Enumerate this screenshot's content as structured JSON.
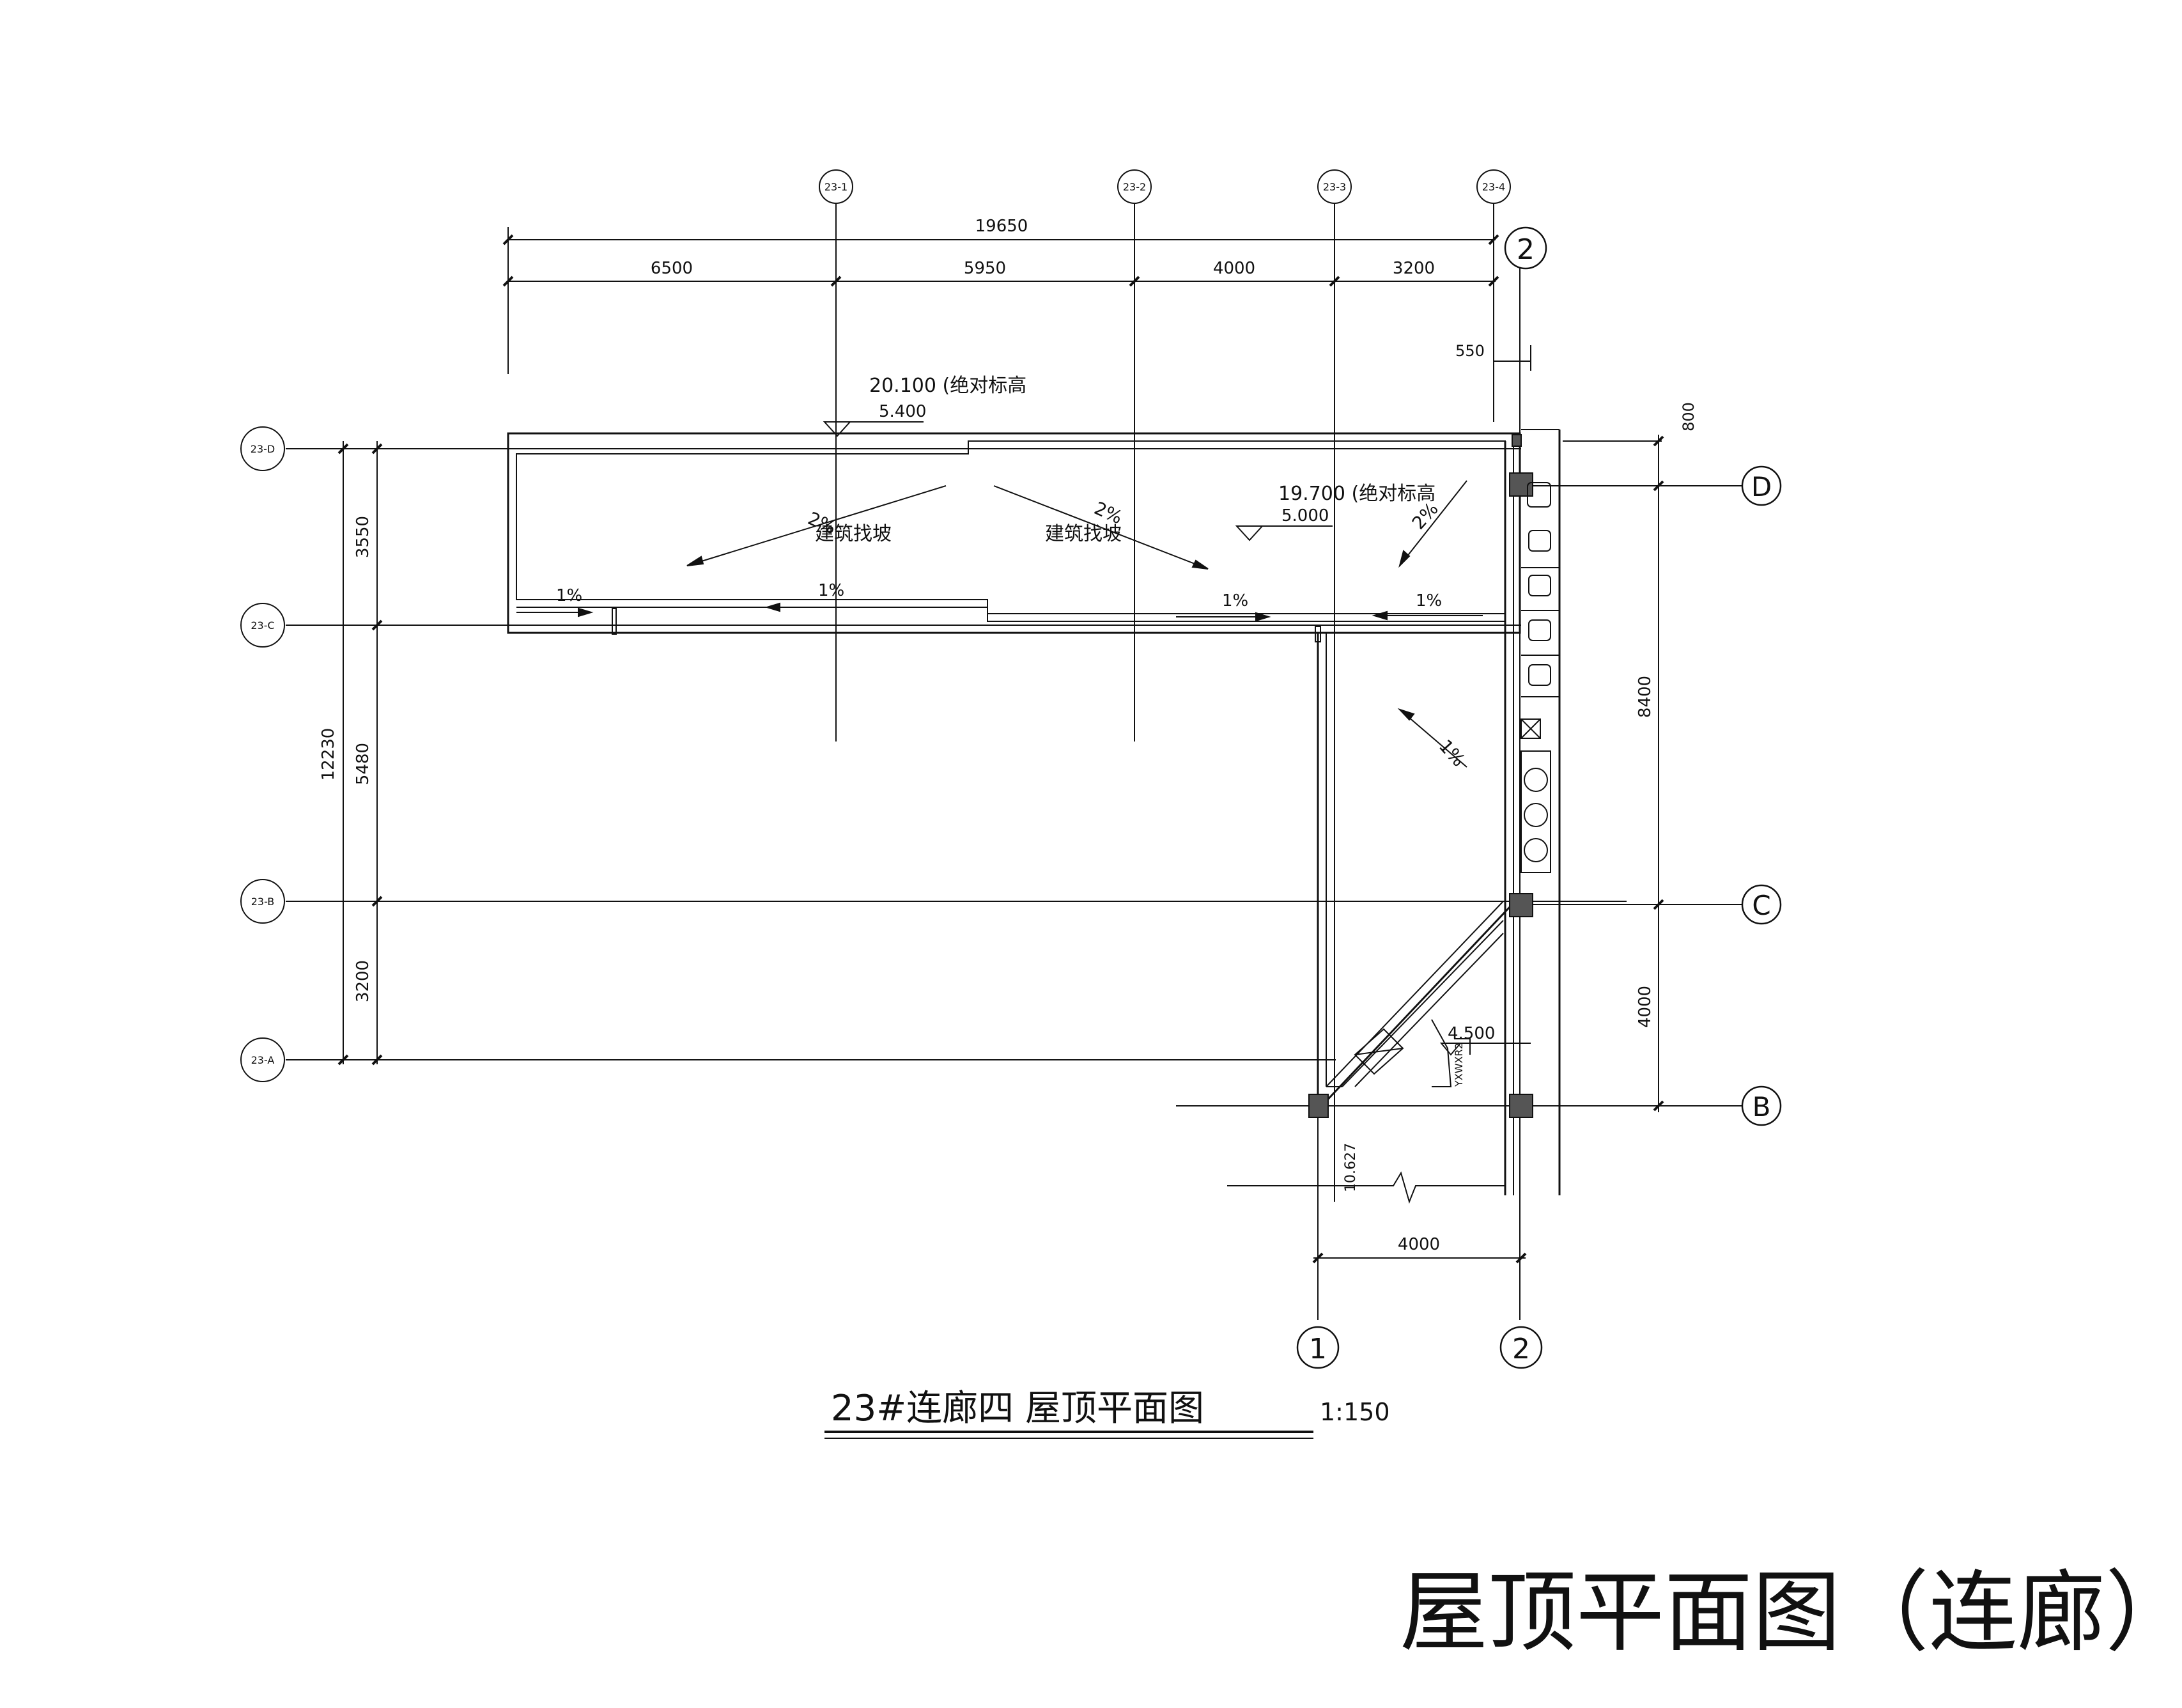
{
  "page_title": "屋顶平面图（连廊）",
  "drawing": {
    "title": "23#连廊四 屋顶平面图",
    "scale": "1:150"
  },
  "axes_top": [
    "23-1",
    "23-2",
    "23-3",
    "23-4"
  ],
  "axes_left": [
    "23-D",
    "23-C",
    "23-B",
    "23-A"
  ],
  "axes_right": [
    "D",
    "C",
    "B"
  ],
  "axes_bottom": [
    "1",
    "2"
  ],
  "axis_top_2": "2",
  "dims_top": {
    "total": "19650",
    "segments": [
      "6500",
      "5950",
      "4000",
      "3200"
    ],
    "offset": "550"
  },
  "dims_left": {
    "total": "12230",
    "segments": [
      "3550",
      "5480",
      "3200"
    ]
  },
  "dims_right": [
    "800",
    "8400",
    "4000"
  ],
  "dim_bottom": "4000",
  "elevations": [
    {
      "abs": "20.100 (绝对标高",
      "rel": "5.400"
    },
    {
      "abs": "19.700 (绝对标高",
      "rel": "5.000"
    },
    {
      "rel": "4.500"
    }
  ],
  "slope_labels": [
    "建筑找坡",
    "建筑找坡"
  ],
  "slopes": {
    "two_pct": "2%",
    "one_pct": "1%"
  },
  "misc_labels": {
    "break_dim": "10.627",
    "stair_note": "YXWXR2"
  }
}
